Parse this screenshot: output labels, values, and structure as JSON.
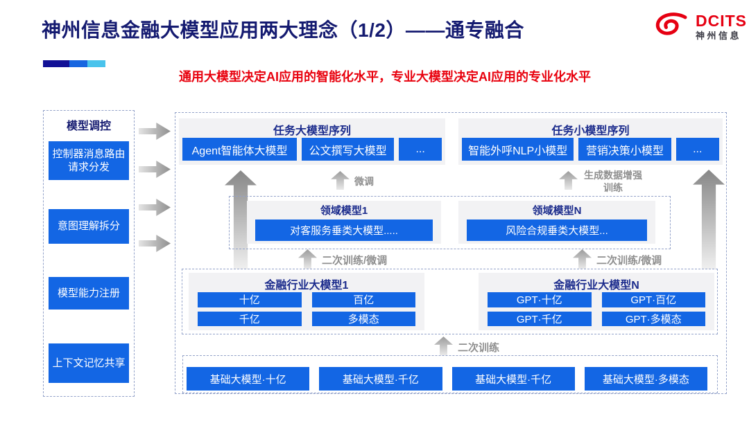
{
  "header": {
    "title": "神州信息金融大模型应用两大理念（1/2）——通专融合",
    "subtitle": "通用大模型决定AI应用的智能化水平，专业大模型决定AI应用的专业化水平",
    "logo": {
      "brand": "DCITS",
      "brand_cn": "神州信息"
    }
  },
  "sidebar": {
    "title": "模型调控",
    "items": [
      "控制器消息路由请求分发",
      "意图理解拆分",
      "模型能力注册",
      "上下文记忆共享"
    ]
  },
  "task_large": {
    "title": "任务大模型序列",
    "items": [
      "Agent智能体大模型",
      "公文撰写大模型",
      "..."
    ]
  },
  "task_small": {
    "title": "任务小模型序列",
    "items": [
      "智能外呼NLP小模型",
      "营销决策小模型",
      "..."
    ]
  },
  "domain_models": {
    "groups": [
      {
        "title": "领域模型1",
        "item": "对客服务垂类大模型....."
      },
      {
        "title": "领域模型N",
        "item": "风险合规垂类大模型..."
      }
    ]
  },
  "industry_models": {
    "groups": [
      {
        "title": "金融行业大模型1",
        "items": [
          "十亿",
          "百亿",
          "千亿",
          "多模态"
        ]
      },
      {
        "title": "金融行业大模型N",
        "items": [
          "GPT·十亿",
          "GPT·百亿",
          "GPT·千亿",
          "GPT·多模态"
        ]
      }
    ]
  },
  "base_models": {
    "items": [
      "基础大模型·十亿",
      "基础大模型·千亿",
      "基础大模型·千亿",
      "基础大模型·多模态"
    ]
  },
  "flow_labels": {
    "fine_tune": "微调",
    "augmented_training": "生成数据增强训练",
    "retrain_finetune": "二次训练/微调",
    "second_training": "二次训练"
  },
  "colors": {
    "accent_blue": "#1366e4",
    "title_navy": "#141a70",
    "heading_navy": "#1b2b8c",
    "subtitle_red": "#e8000d",
    "logo_red": "#e60012",
    "panel_gray": "#f2f2f4",
    "dashed_border": "#93a2c9",
    "label_gray": "#8f8f8f"
  }
}
